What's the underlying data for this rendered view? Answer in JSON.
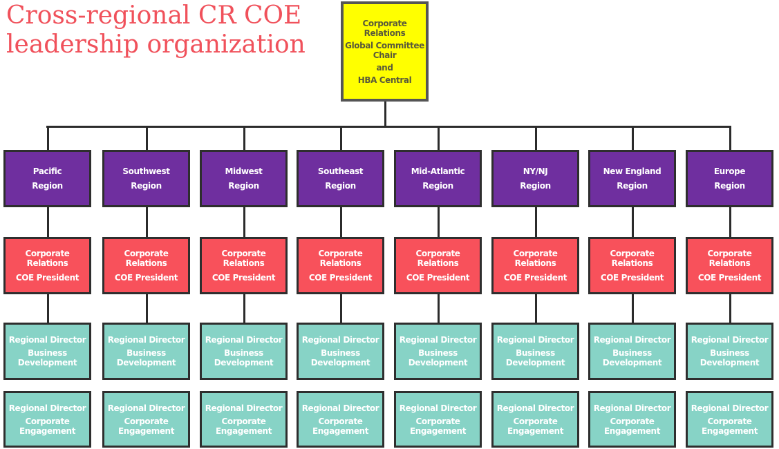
{
  "title": {
    "line1": "Cross-regional CR COE",
    "line2": "leadership organization"
  },
  "root": {
    "line1": "Corporate Relations",
    "line2": "Global Committee",
    "line3": "Chair",
    "line4": "and",
    "line5": "HBA Central"
  },
  "colors": {
    "title": "#f0515b",
    "root": "#ffff00",
    "region": "#6f2f9f",
    "president": "#f8515b",
    "director": "#87d3c6",
    "border": "#2e2e2e"
  },
  "regions": [
    {
      "name": "Pacific",
      "suffix": "Region"
    },
    {
      "name": "Southwest",
      "suffix": "Region"
    },
    {
      "name": "Midwest",
      "suffix": "Region"
    },
    {
      "name": "Southeast",
      "suffix": "Region"
    },
    {
      "name": "Mid-Atlantic",
      "suffix": "Region"
    },
    {
      "name": "NY/NJ",
      "suffix": "Region"
    },
    {
      "name": "New England",
      "suffix": "Region"
    },
    {
      "name": "Europe",
      "suffix": "Region"
    }
  ],
  "president": {
    "line1": "Corporate Relations",
    "line2": "COE President"
  },
  "director_bd": {
    "line1": "Regional Director",
    "line2": "Business",
    "line3": "Development"
  },
  "director_ce": {
    "line1": "Regional Director",
    "line2": "Corporate",
    "line3": "Engagement"
  }
}
